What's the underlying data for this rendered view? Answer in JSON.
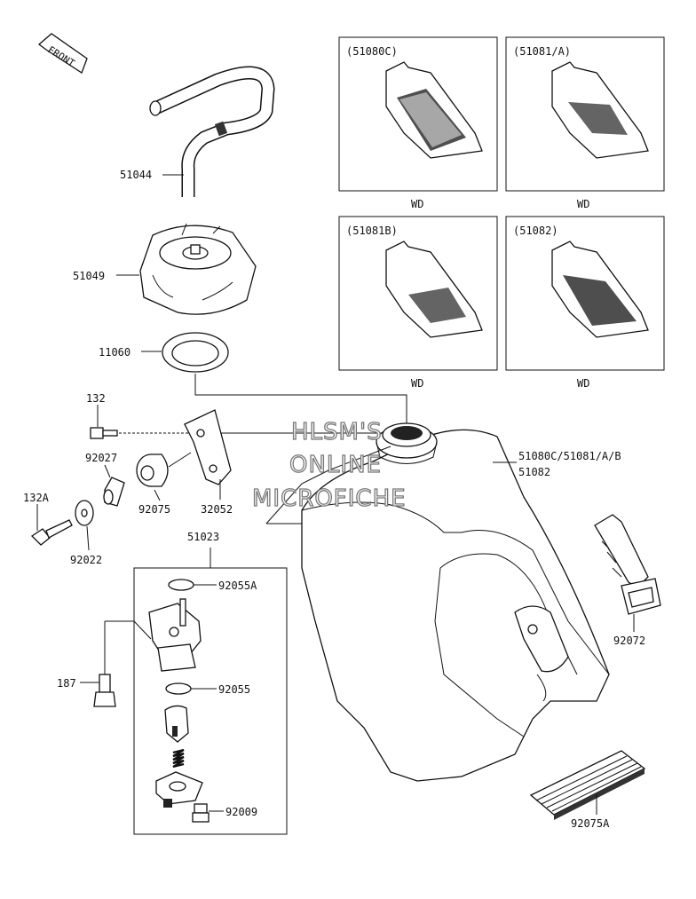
{
  "front_label": "FRONT",
  "variants": [
    {
      "code": "(51080C)",
      "note": "WD"
    },
    {
      "code": "(51081/A)",
      "note": "WD"
    },
    {
      "code": "(51081B)",
      "note": "WD"
    },
    {
      "code": "(51082)",
      "note": "WD"
    }
  ],
  "parts": {
    "hose": "51044",
    "cap": "51049",
    "gasket": "11060",
    "bolt_132": "132",
    "collar": "92027",
    "bolt_132a": "132A",
    "washer": "92022",
    "damper": "92075",
    "bracket": "32052",
    "fuel_cock": "51023",
    "oring_a": "92055A",
    "bolt_187": "187",
    "oring": "92055",
    "screw": "92009",
    "tank_line1": "51080C/51081/A/B",
    "tank_line2": "51082",
    "strap": "92072",
    "pad": "92075A"
  },
  "watermark": [
    "HLSM'S",
    "ONLINE",
    "MICROFICHE"
  ]
}
